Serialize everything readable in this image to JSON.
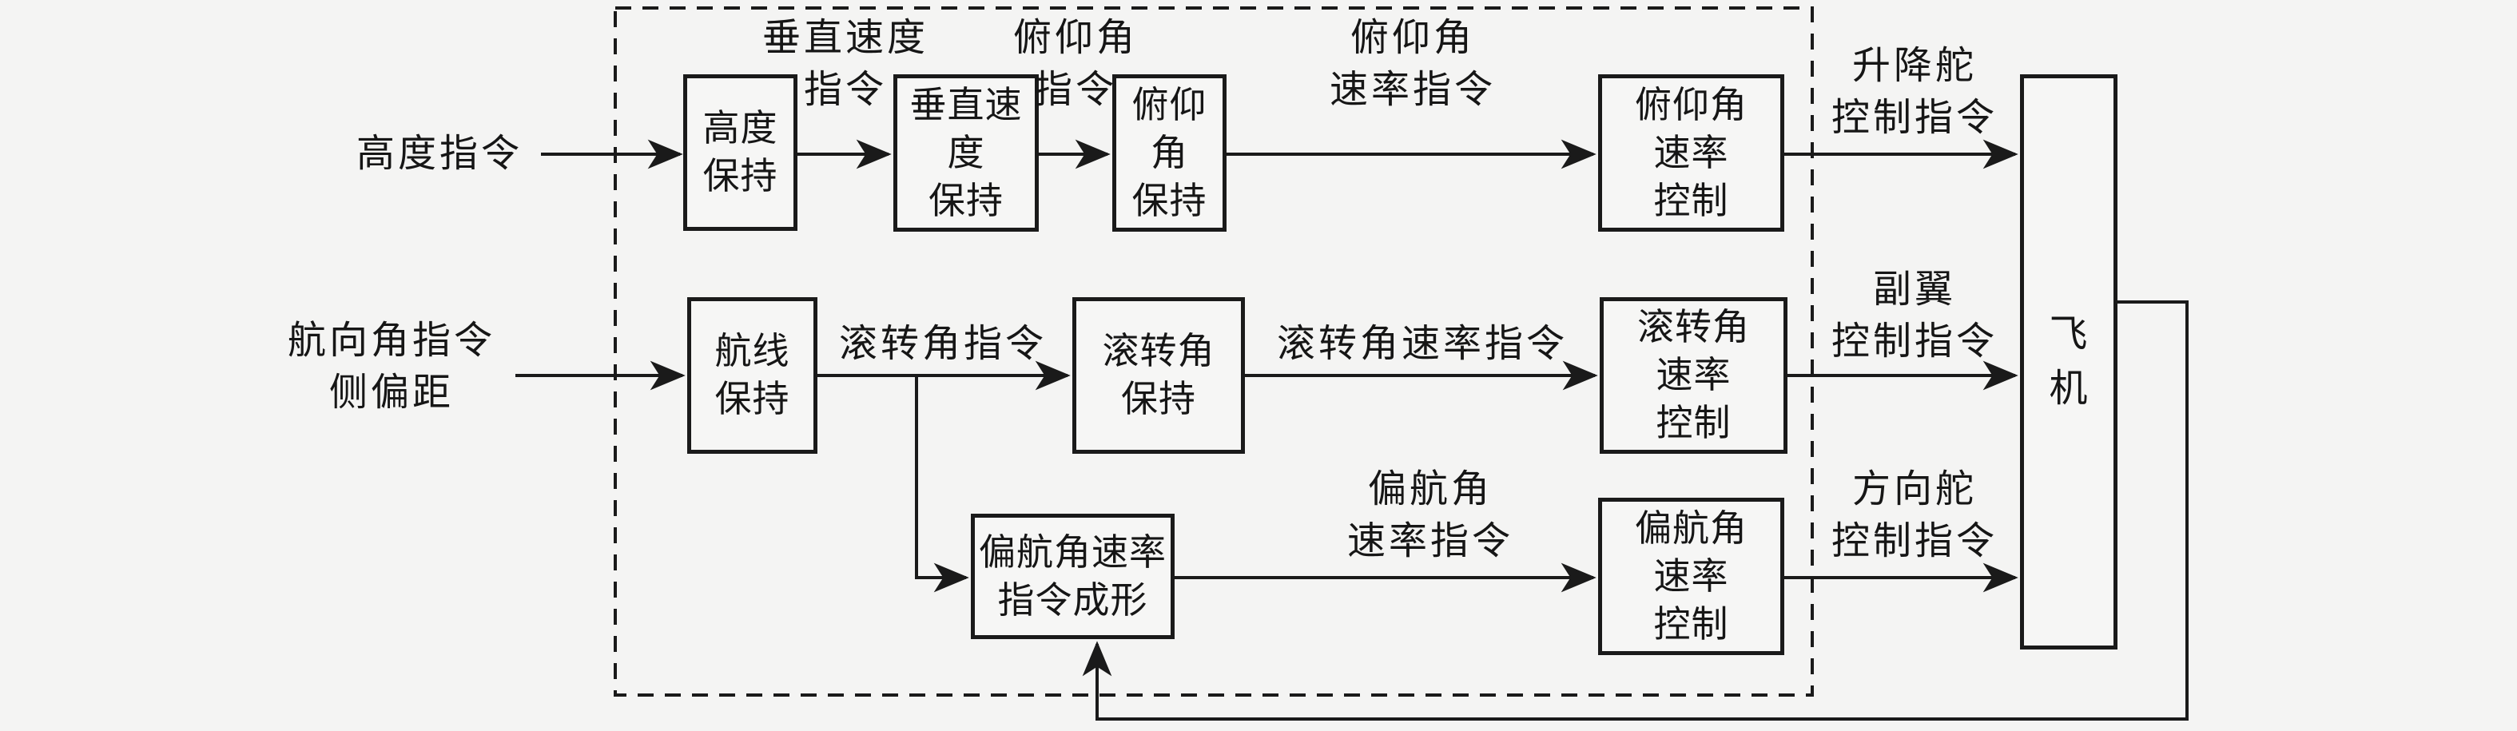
{
  "diagram_title": "fixed-wing autopilot control-loop block diagram",
  "colors": {
    "background": "#f4f4f3",
    "line": "#1a1a1a",
    "box_fill": "#f6f6f5"
  },
  "labels": {
    "altitude_cmd": "高度指令",
    "heading_cmd": "航向角指令\n侧偏距",
    "vspeed_cmd": "垂直速度\n指令",
    "pitch_cmd": "俯仰角\n指令",
    "pitch_rate_cmd": "俯仰角\n速率指令",
    "elevator_cmd": "升降舵\n控制指令",
    "roll_cmd": "滚转角指令",
    "roll_rate_cmd": "滚转角速率指令",
    "yaw_rate_cmd": "偏航角\n速率指令",
    "aileron_cmd": "副翼\n控制指令",
    "rudder_cmd": "方向舵\n控制指令"
  },
  "boxes": {
    "altitude_hold": "高度\n保持",
    "vspeed_hold": "垂直速度\n保持",
    "pitch_hold": "俯仰角\n保持",
    "pitch_rate_ctrl": "俯仰角\n速率\n控制",
    "route_hold": "航线\n保持",
    "roll_hold": "滚转角\n保持",
    "roll_rate_ctrl": "滚转角\n速率\n控制",
    "yaw_shaping": "偏航角速率\n指令成形",
    "yaw_rate_ctrl": "偏航角\n速率\n控制",
    "aircraft": "飞\n机"
  }
}
